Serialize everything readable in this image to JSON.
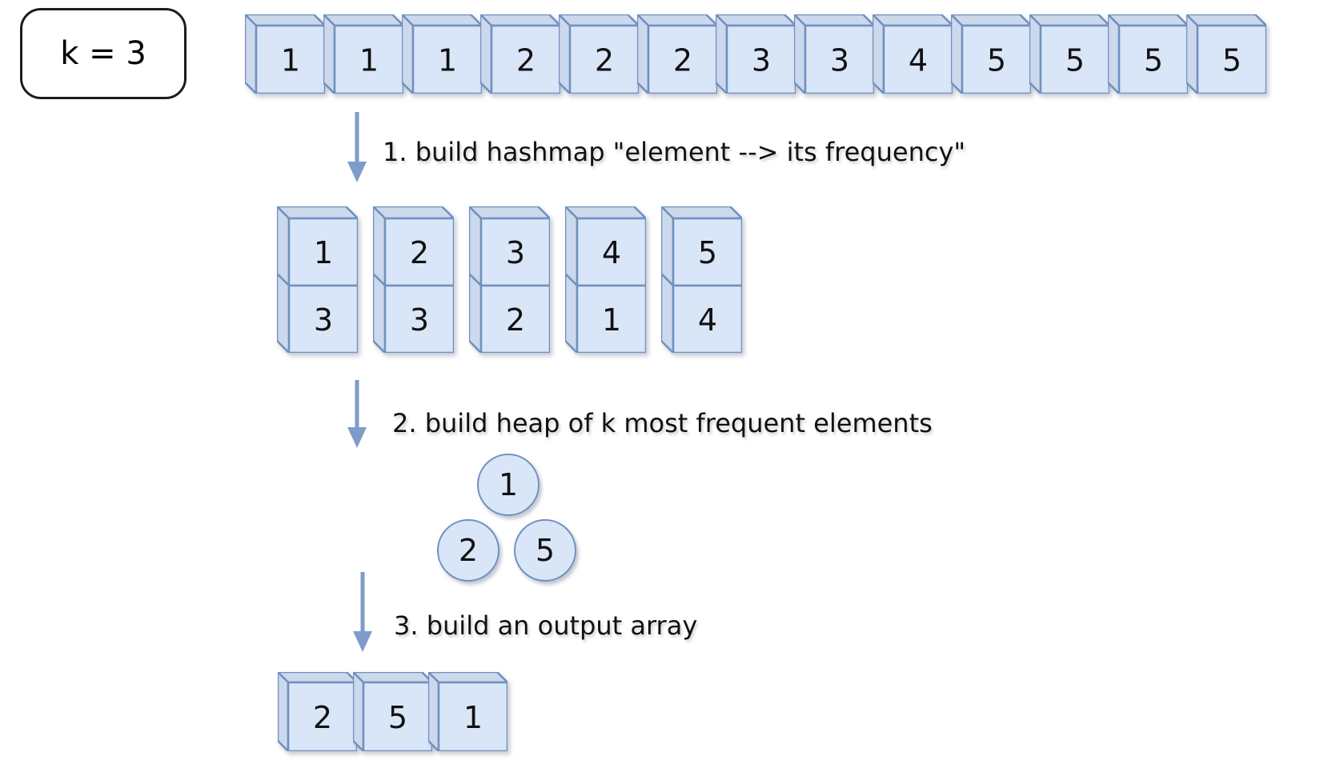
{
  "diagram": {
    "k_label": "k = 3",
    "input_array": [
      "1",
      "1",
      "1",
      "2",
      "2",
      "2",
      "3",
      "3",
      "4",
      "5",
      "5",
      "5",
      "5"
    ],
    "steps": [
      {
        "label": "1. build hashmap \"element --> its frequency\""
      },
      {
        "label": "2. build heap of k most frequent elements"
      },
      {
        "label": "3. build an output array"
      }
    ],
    "hashmap": [
      {
        "element": "1",
        "frequency": "3"
      },
      {
        "element": "2",
        "frequency": "3"
      },
      {
        "element": "3",
        "frequency": "2"
      },
      {
        "element": "4",
        "frequency": "1"
      },
      {
        "element": "5",
        "frequency": "4"
      }
    ],
    "heap": {
      "root": "1",
      "children": [
        "2",
        "5"
      ]
    },
    "output_array": [
      "2",
      "5",
      "1"
    ],
    "colors": {
      "cube_front": "#d9e6f8",
      "cube_side": "#ccd9ec",
      "cube_border": "#7190bf",
      "arrow": "#7d9cc9",
      "text": "#111111",
      "k_box_border": "#1c1c1c"
    }
  }
}
